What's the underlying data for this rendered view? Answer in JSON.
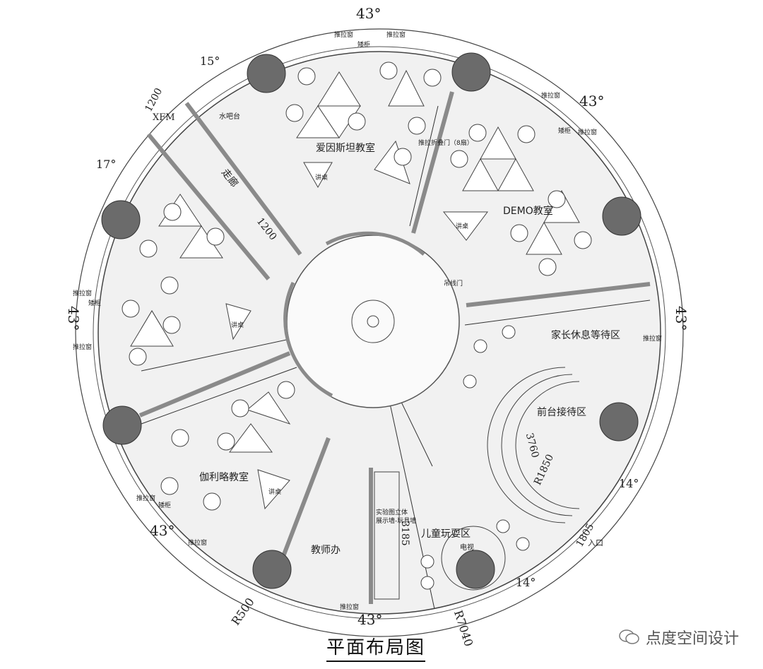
{
  "title": "平面布局图",
  "watermark": "点度空间设计",
  "rooms": {
    "einstein": "爱因斯坦教室",
    "demo": "DEMO教室",
    "galileo": "伽利略教室",
    "parents": "家长休息等待区",
    "reception": "前台接待区",
    "kids": "儿童玩耍区",
    "teacher": "教师办",
    "corridor": "走廊",
    "bar": "水吧台",
    "xfm": "XFM"
  },
  "labels": {
    "podium": "讲桌",
    "sliding_window": "推拉窗",
    "cabinet": "矮柜",
    "folding_door": "推拉折叠门（8扇）",
    "door": "吊线门",
    "display": "实验图立体",
    "display2": "展示墙-玩具墙",
    "tv": "电视",
    "entrance": "入口"
  },
  "dimensions": {
    "d1200_top": "1200",
    "d1200_corr": "1200",
    "r500": "R500",
    "r7040": "R7040",
    "r1850": "R1850",
    "d3760": "3760",
    "d3185": "3185",
    "d1805": "1805"
  },
  "angles": {
    "top": "43°",
    "topleft": "15°",
    "left17": "17°",
    "topright": "43°",
    "right": "43°",
    "left": "43°",
    "bottomleft": "43°",
    "bottom": "43°",
    "right14": "14°",
    "bottom14": "14°"
  },
  "colors": {
    "column": "#6b6b6b",
    "wall": "#8a8a8a",
    "line": "#333333"
  }
}
